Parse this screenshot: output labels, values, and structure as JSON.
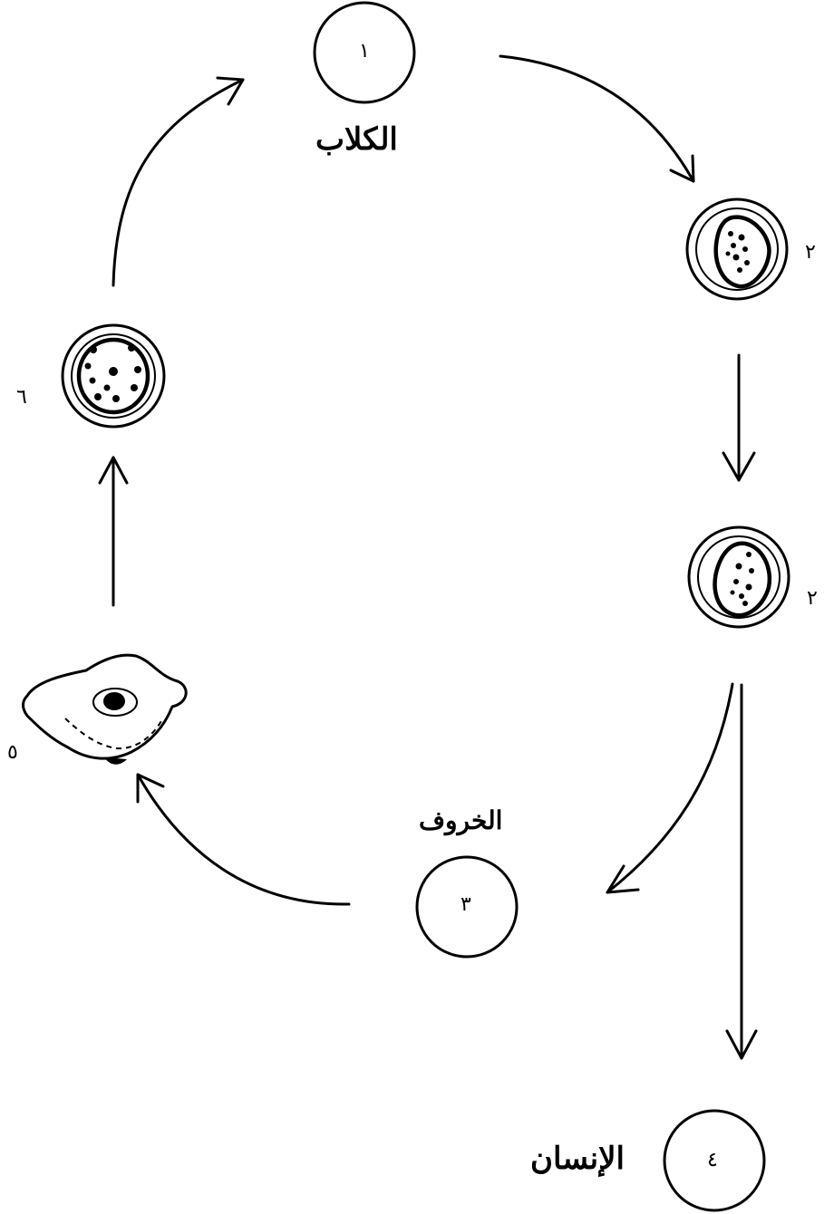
{
  "nodes": {
    "dogs": {
      "number": "١",
      "label": "الكلاب"
    },
    "egg_top": {
      "number": "٢"
    },
    "egg_mid": {
      "number": "٢"
    },
    "sheep": {
      "number": "٣",
      "label": "الخروف"
    },
    "human": {
      "number": "٤",
      "label": "الإنسان"
    },
    "cyst": {
      "number": "٥"
    },
    "egg_left": {
      "number": "٦"
    }
  }
}
